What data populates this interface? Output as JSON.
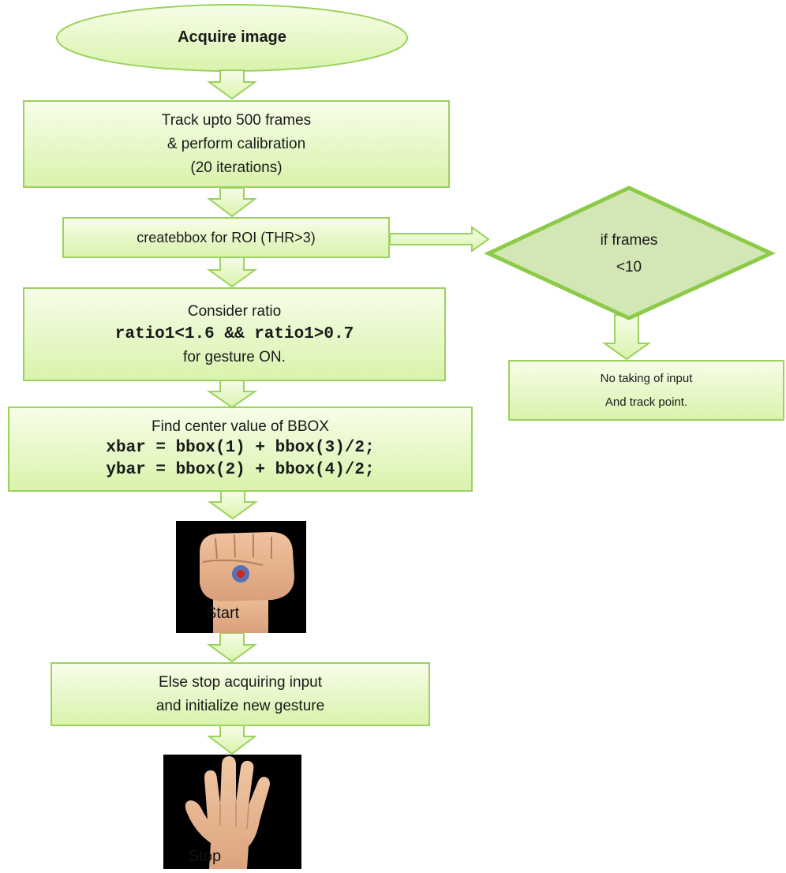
{
  "nodes": {
    "acquire": "Acquire image",
    "track": [
      "Track upto 500 frames",
      "& perform calibration",
      "(20 iterations)"
    ],
    "bbox": "createbbox for ROI (THR>3)",
    "ratio": {
      "line1": "Consider ratio",
      "code": "ratio1<1.6 && ratio1>0.7",
      "line3": "for gesture ON."
    },
    "center": {
      "line1": "Find center value of BBOX",
      "code1": "xbar = bbox(1) + bbox(3)/2;",
      "code2": "ybar = bbox(2) + bbox(4)/2;"
    },
    "start_caption": "Start",
    "else": [
      "Else stop acquiring input",
      "and initialize new gesture"
    ],
    "stop_caption": "Stop",
    "decision": [
      "if frames",
      "<10"
    ],
    "notake": [
      "No taking of input",
      "And track point."
    ]
  },
  "colors": {
    "fill_top": "#f7fde9",
    "fill_bottom": "#d9f3ac",
    "border": "#9bd25e",
    "marker": "#d0261e",
    "marker_ring": "#5a6fb0"
  }
}
